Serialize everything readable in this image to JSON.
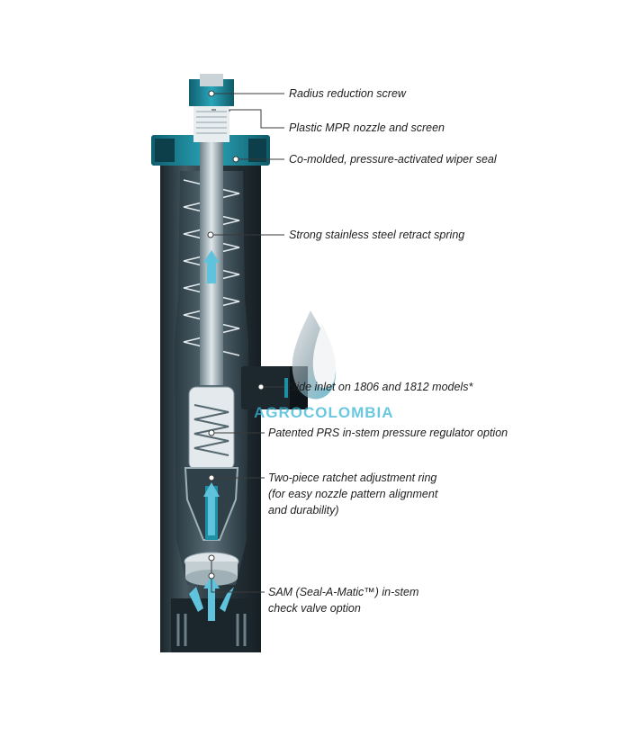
{
  "callouts": [
    {
      "id": "radius-screw",
      "lines": [
        "Radius reduction screw"
      ]
    },
    {
      "id": "mpr-nozzle",
      "lines": [
        "Plastic MPR nozzle and screen"
      ]
    },
    {
      "id": "wiper-seal",
      "lines": [
        "Co-molded, pressure-activated wiper seal"
      ]
    },
    {
      "id": "retract-spring",
      "lines": [
        "Strong stainless steel retract spring"
      ]
    },
    {
      "id": "side-inlet",
      "lines": [
        "Side inlet on 1806 and 1812 models*"
      ]
    },
    {
      "id": "prs-regulator",
      "lines": [
        "Patented PRS in-stem pressure regulator option"
      ]
    },
    {
      "id": "ratchet-ring",
      "lines": [
        "Two-piece ratchet adjustment ring",
        "(for easy nozzle pattern alignment",
        "and durability)"
      ]
    },
    {
      "id": "sam-valve",
      "lines": [
        "SAM (Seal-A-Matic™) in-stem",
        "check valve option"
      ]
    }
  ],
  "watermark": {
    "text": "AGROCOLOMBIA"
  },
  "colors": {
    "body_dark": "#1f2c33",
    "body_mid": "#3c4d56",
    "teal": "#1f8fa3",
    "water": "#5fc3dd",
    "steel": "#c9d3d8"
  }
}
